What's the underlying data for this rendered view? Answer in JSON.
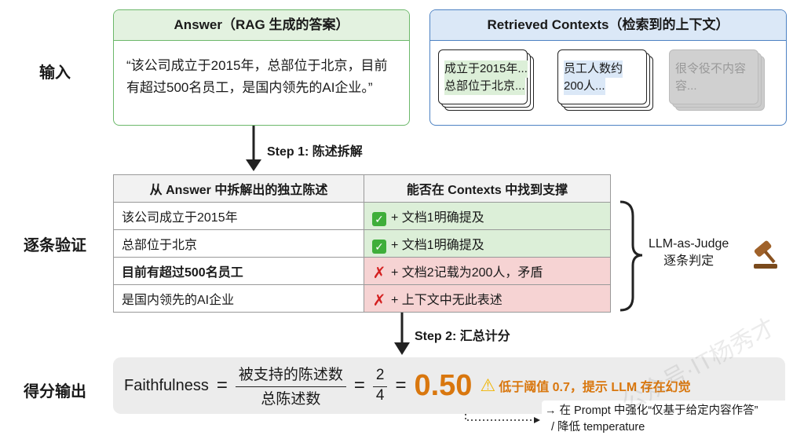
{
  "labels": {
    "input": "输入",
    "verify": "逐条验证",
    "output": "得分输出"
  },
  "answer": {
    "title": "Answer（RAG 生成的答案）",
    "text": "“该公司成立于2015年，总部位于北京，目前有超过500名员工，是国内领先的AI企业。”"
  },
  "contexts": {
    "title": "Retrieved Contexts（检索到的上下文）",
    "docs": [
      {
        "line1": "成立于2015年...",
        "line2": "总部位于北京..."
      },
      {
        "line1": "员工人数约",
        "line2": "200人..."
      },
      {
        "line1": "很令役不内容",
        "line2": "容..."
      }
    ]
  },
  "step1": "Step 1: 陈述拆解",
  "step2": "Step 2: 汇总计分",
  "table": {
    "headers": [
      "从 Answer 中拆解出的独立陈述",
      "能否在 Contexts 中找到支撑"
    ],
    "rows": [
      {
        "claim": "该公司成立于2015年",
        "verdict": "+ 文档1明确提及",
        "supported": true
      },
      {
        "claim": "总部位于北京",
        "verdict": "+ 文档1明确提及",
        "supported": true
      },
      {
        "claim": "目前有超过500名员工",
        "verdict": "+ 文档2记载为200人，矛盾",
        "supported": false
      },
      {
        "claim": "是国内领先的AI企业",
        "verdict": "+ 上下文中无此表述",
        "supported": false
      }
    ]
  },
  "judge": {
    "line1": "LLM-as-Judge",
    "line2": "逐条判定"
  },
  "score": {
    "metric": "Faithfulness",
    "eq": "=",
    "num_label": "被支持的陈述数",
    "den_label": "总陈述数",
    "num": "2",
    "den": "4",
    "value": "0.50",
    "warning": "低于阈值 0.7，提示 LLM 存在幻觉"
  },
  "note": {
    "line1": "→ 在 Prompt 中强化“仅基于给定内容作答”",
    "line2": "/ 降低 temperature"
  },
  "watermark": "公众号·IT杨秀才",
  "colors": {
    "green": "#dcefd8",
    "red": "#f6d3d3",
    "orange": "#d9770e",
    "blue": "#dbe8f7"
  }
}
